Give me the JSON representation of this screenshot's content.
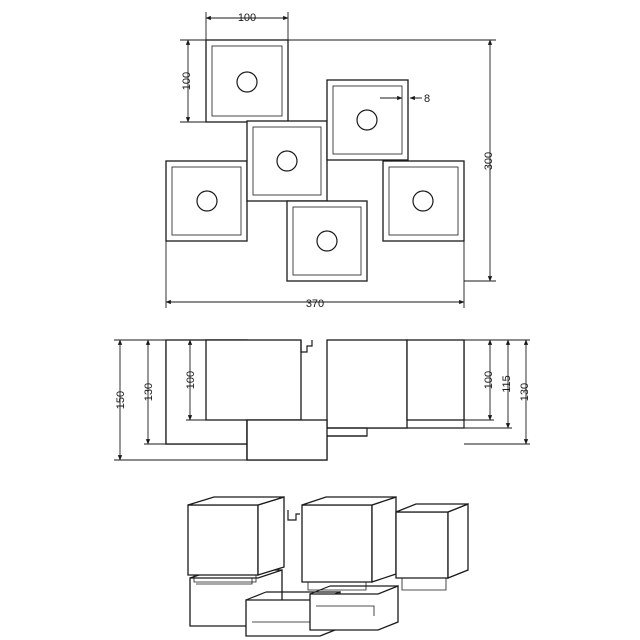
{
  "top_view": {
    "dim_width_top": "100",
    "dim_height_left": "100",
    "dim_gap": "8",
    "dim_total_height": "300",
    "dim_total_width": "370"
  },
  "side_view": {
    "dim_150": "150",
    "dim_130_left": "130",
    "dim_100_left": "100",
    "dim_100_right": "100",
    "dim_115": "115",
    "dim_130_right": "130"
  }
}
